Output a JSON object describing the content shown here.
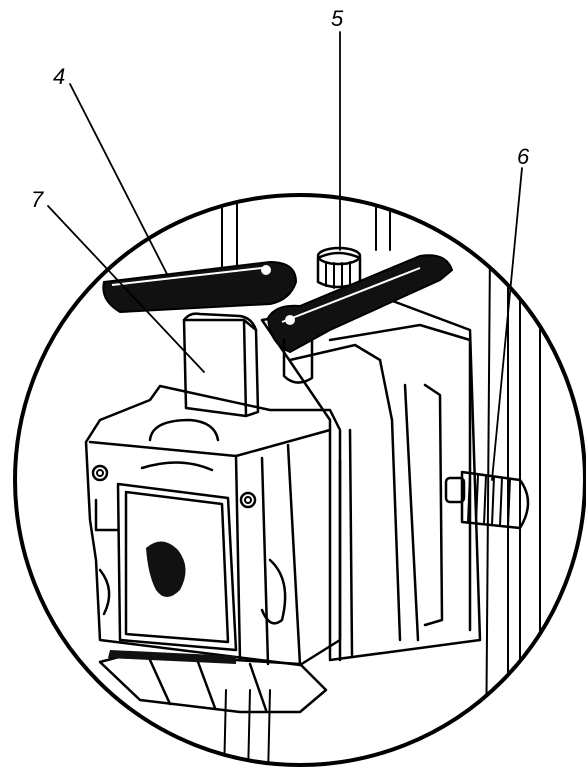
{
  "callouts": {
    "label_4": "4",
    "label_5": "5",
    "label_6": "6",
    "label_7": "7"
  },
  "colors": {
    "ink": "#000000",
    "paper": "#ffffff"
  }
}
